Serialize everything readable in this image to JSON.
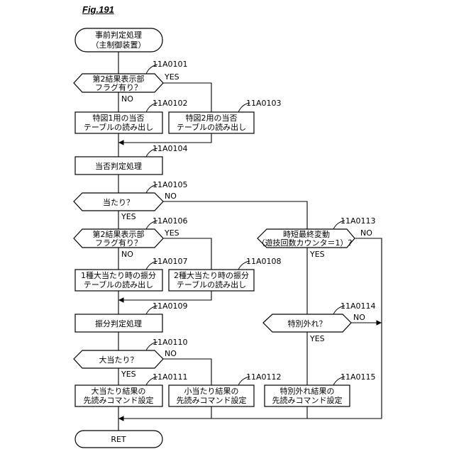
{
  "figure": {
    "label": "Fig.191"
  },
  "terminals": {
    "start": {
      "line1": "事前判定処理",
      "line2": "（主制御装置）"
    },
    "end": {
      "text": "RET"
    }
  },
  "steps": {
    "s0101": {
      "ref": "11A0101",
      "line1": "第2結果表示部",
      "line2": "フラグ有り？",
      "yes": "YES",
      "no": "NO"
    },
    "s0102": {
      "ref": "11A0102",
      "line1": "特図1用の当否",
      "line2": "テーブルの読み出し"
    },
    "s0103": {
      "ref": "11A0103",
      "line1": "特図2用の当否",
      "line2": "テーブルの読み出し"
    },
    "s0104": {
      "ref": "11A0104",
      "line1": "当否判定処理"
    },
    "s0105": {
      "ref": "11A0105",
      "line1": "当たり？",
      "yes": "YES",
      "no": "NO"
    },
    "s0106": {
      "ref": "11A0106",
      "line1": "第2結果表示部",
      "line2": "フラグ有り？",
      "yes": "YES",
      "no": "NO"
    },
    "s0107": {
      "ref": "11A0107",
      "line1": "1種大当たり時の振分",
      "line2": "テーブルの読み出し"
    },
    "s0108": {
      "ref": "11A0108",
      "line1": "2種大当たり時の振分",
      "line2": "テーブルの読み出し"
    },
    "s0109": {
      "ref": "11A0109",
      "line1": "振分判定処理"
    },
    "s0110": {
      "ref": "11A0110",
      "line1": "大当たり？",
      "yes": "YES",
      "no": "NO"
    },
    "s0111": {
      "ref": "11A0111",
      "line1": "大当たり結果の",
      "line2": "先読みコマンド設定"
    },
    "s0112": {
      "ref": "11A0112",
      "line1": "小当たり結果の",
      "line2": "先読みコマンド設定"
    },
    "s0113": {
      "ref": "11A0113",
      "line1": "時短最終変動",
      "line2": "（遊技回数カウンタ＝1）？",
      "yes": "YES",
      "no": "NO"
    },
    "s0114": {
      "ref": "11A0114",
      "line1": "特別外れ？",
      "yes": "YES",
      "no": "NO"
    },
    "s0115": {
      "ref": "11A0115",
      "line1": "特別外れ結果の",
      "line2": "先読みコマンド設定"
    }
  }
}
